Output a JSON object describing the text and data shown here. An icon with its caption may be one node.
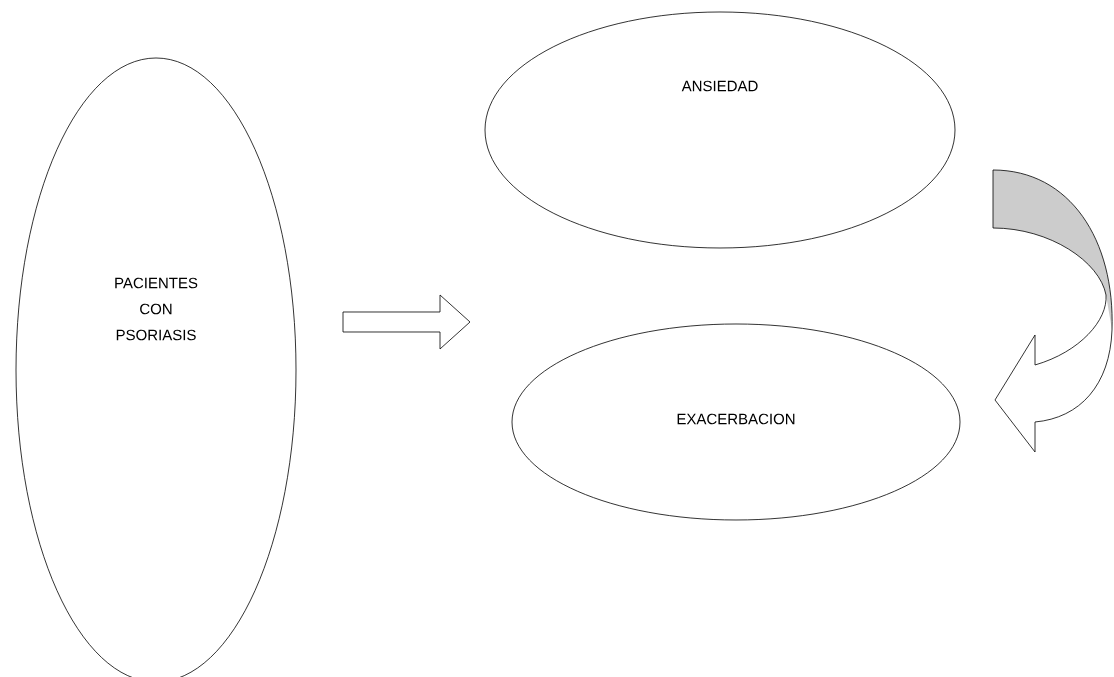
{
  "diagram": {
    "nodes": [
      {
        "text": [
          "PACIENTES CON PSORIASIS"
        ]
      },
      {
        "text": [
          "ANSIEDAD"
        ]
      },
      {
        "text": [
          "EXACERBACION"
        ]
      }
    ],
    "edges": [
      {
        "from": 0,
        "to": 1,
        "arrow": "to"
      },
      {
        "from": 1,
        "to": 2,
        "arrow": "to"
      }
    ]
  }
}
